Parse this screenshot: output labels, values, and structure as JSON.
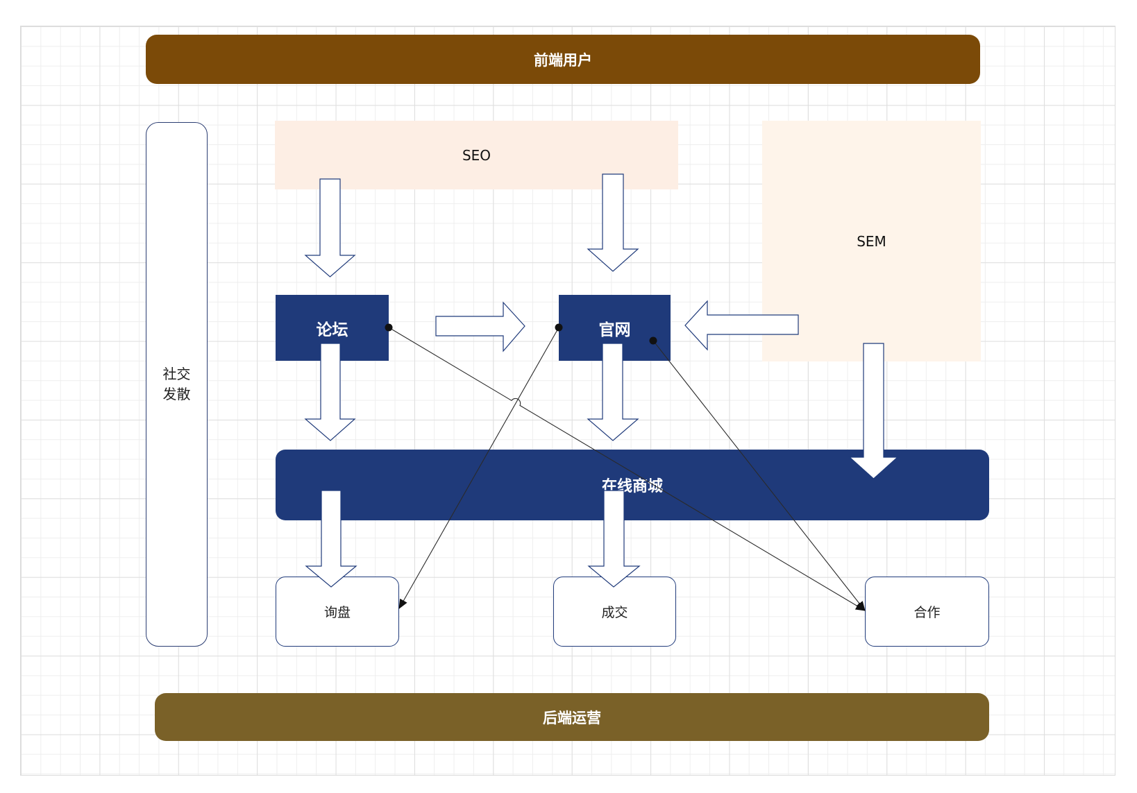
{
  "header": {
    "label": "前端用户"
  },
  "footer": {
    "label": "后端运营"
  },
  "side": {
    "line1": "社交",
    "line2": "发散"
  },
  "nodes": {
    "seo": "SEO",
    "sem": "SEM",
    "forum": "论坛",
    "website": "官网",
    "mall": "在线商城",
    "inquiry": "询盘",
    "deal": "成交",
    "cooperation": "合作"
  },
  "colors": {
    "header_bg": "#7B4A08",
    "footer_bg": "#7A6128",
    "node_bg": "#1F3A7A",
    "seo_bg": "#FDEEE4",
    "sem_bg": "#FEF4EA",
    "outline": "#1F3A7A"
  }
}
